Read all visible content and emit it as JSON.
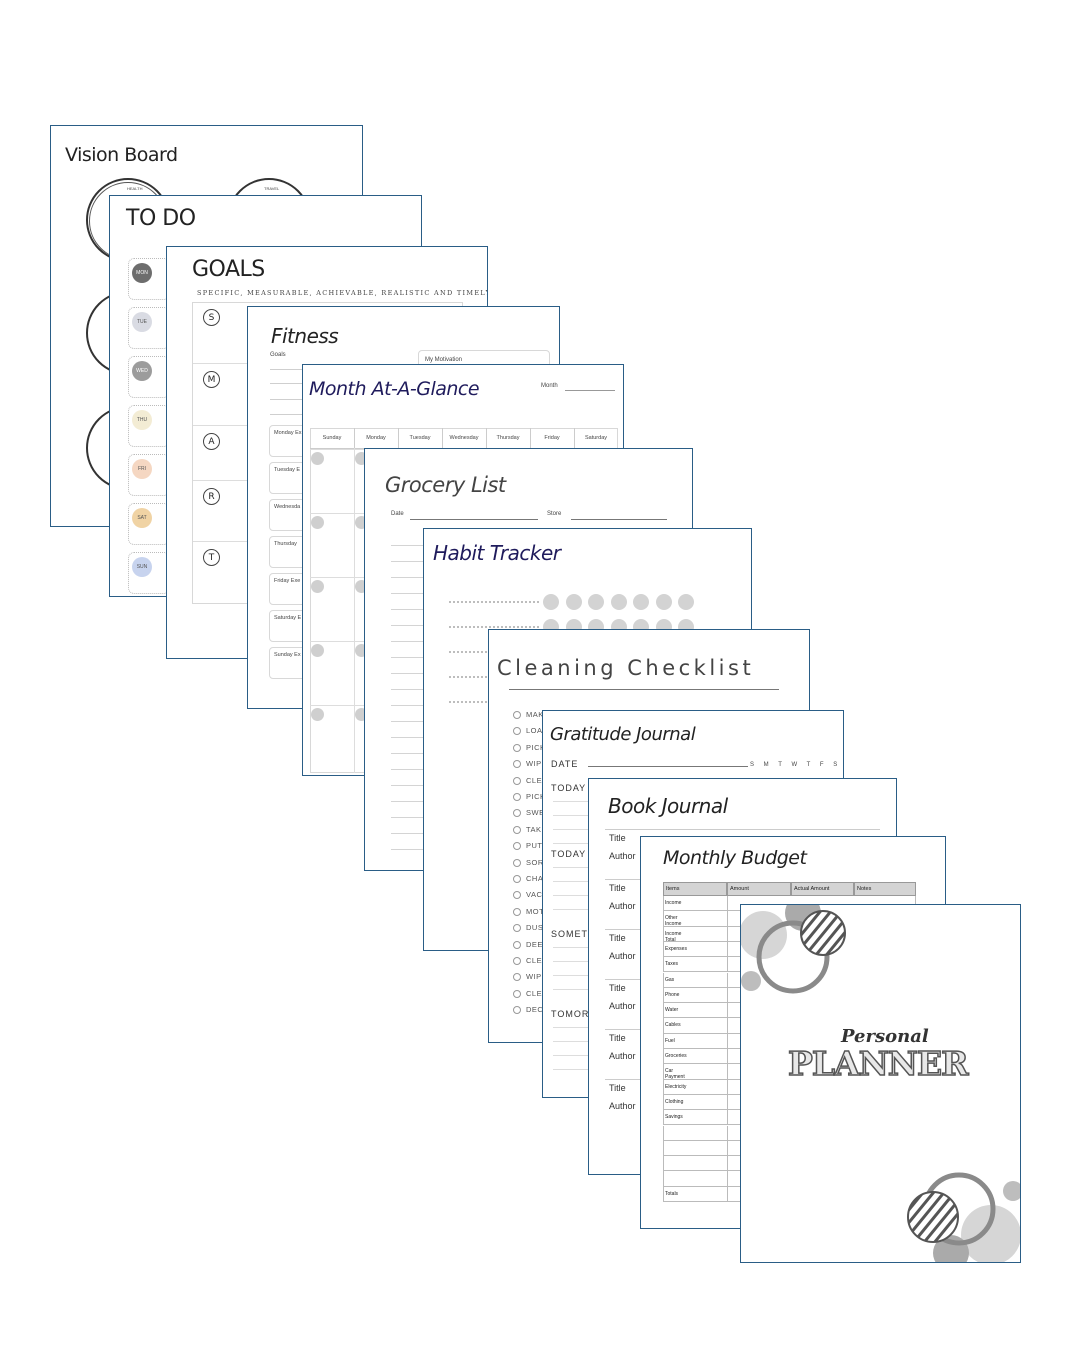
{
  "vision_board": {
    "title": "Vision Board",
    "label_health": "HEALTH",
    "label_travel": "TRAVEL"
  },
  "todo": {
    "title": "TO DO",
    "days": [
      "MON",
      "TUE",
      "WED",
      "THU",
      "FRI",
      "SAT",
      "SUN"
    ],
    "day_colors": [
      "#6d6d6d",
      "#d9dbe3",
      "#9c9c9c",
      "#f3ecd4",
      "#f5d7c2",
      "#f0d3a4",
      "#c7d3ee"
    ]
  },
  "goals": {
    "title": "GOALS",
    "subtitle": "SPECIFIC, MEASURABLE, ACHIEVABLE, REALISTIC AND TIMELY",
    "letters": [
      "S",
      "M",
      "A",
      "R",
      "T"
    ]
  },
  "fitness": {
    "title": "Fitness",
    "goals_label": "Goals",
    "motivation_label": "My Motivation",
    "days": [
      "Monday Ex",
      "Tuesday E",
      "Wednesda",
      "Thursday",
      "Friday Exe",
      "Saturday E",
      "Sunday Ex"
    ]
  },
  "month": {
    "title": "Month At-A-Glance",
    "month_label": "Month",
    "weekdays": [
      "Sunday",
      "Monday",
      "Tuesday",
      "Wednesday",
      "Thursday",
      "Friday",
      "Saturday"
    ]
  },
  "grocery": {
    "title": "Grocery List",
    "date_label": "Date",
    "store_label": "Store"
  },
  "habit": {
    "title": "Habit Tracker"
  },
  "cleaning": {
    "title": "Cleaning Checklist",
    "items": [
      "MAK",
      "LOA",
      "PICK",
      "WIP",
      "CLE",
      "PICK",
      "SWE",
      "TAK",
      "PUT",
      "SOR",
      "CHA",
      "VAC",
      "MOT",
      "DUS",
      "DEE",
      "CLE",
      "WIP",
      "CLE",
      "DEC"
    ]
  },
  "gratitude": {
    "title": "Gratitude Journal",
    "date_label": "DATE",
    "days": "S M T W T F S",
    "sections": [
      "TODAY",
      "TODAY",
      "SOMET",
      "TOMOR"
    ]
  },
  "book": {
    "title": "Book Journal",
    "title_label": "Title",
    "author_label": "Author"
  },
  "budget": {
    "title": "Monthly Budget",
    "headers": [
      "Items",
      "Amount",
      "Actual Amount",
      "Notes"
    ],
    "rows": [
      "Income",
      "Other Income",
      "Income Total",
      "Expenses",
      "Taxes",
      "Gas",
      "Phone",
      "Water",
      "Cables",
      "Fuel",
      "Groceries",
      "Car Payment",
      "Electricity",
      "Clothing",
      "Savings",
      "",
      "",
      "",
      "",
      "Totals"
    ]
  },
  "cover": {
    "title_top": "Personal",
    "title_main": "PLANNER"
  }
}
